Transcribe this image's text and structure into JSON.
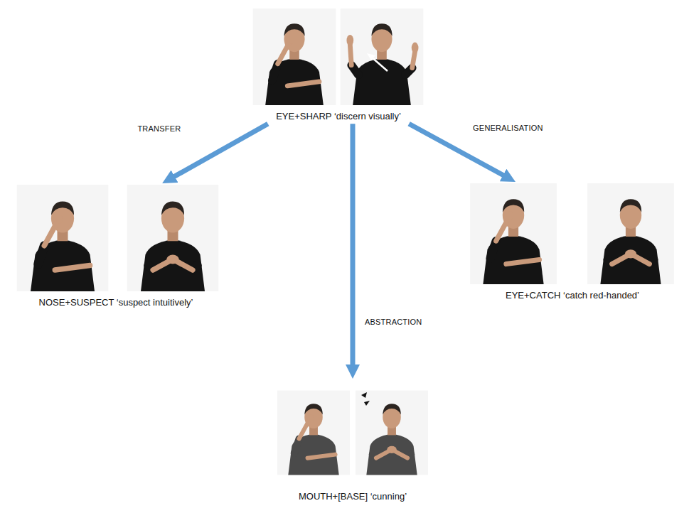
{
  "diagram": {
    "nodes": [
      {
        "text": [
          "EYE+SHARP ‘discern visually’"
        ]
      },
      {
        "text": [
          "NOSE+SUSPECT ‘suspect intuitively’"
        ]
      },
      {
        "text": [
          "EYE+CATCH ‘catch red-handed’"
        ]
      },
      {
        "text": [
          "MOUTH+[BASE] ‘cunning’"
        ]
      }
    ],
    "edges": [
      {
        "from": 0,
        "to": 1,
        "label": "TRANSFER",
        "arrow": "to"
      },
      {
        "from": 0,
        "to": 2,
        "label": "GENERALISATION",
        "arrow": "to"
      },
      {
        "from": 0,
        "to": 3,
        "label": "ABSTRACTION",
        "arrow": "to"
      }
    ]
  }
}
